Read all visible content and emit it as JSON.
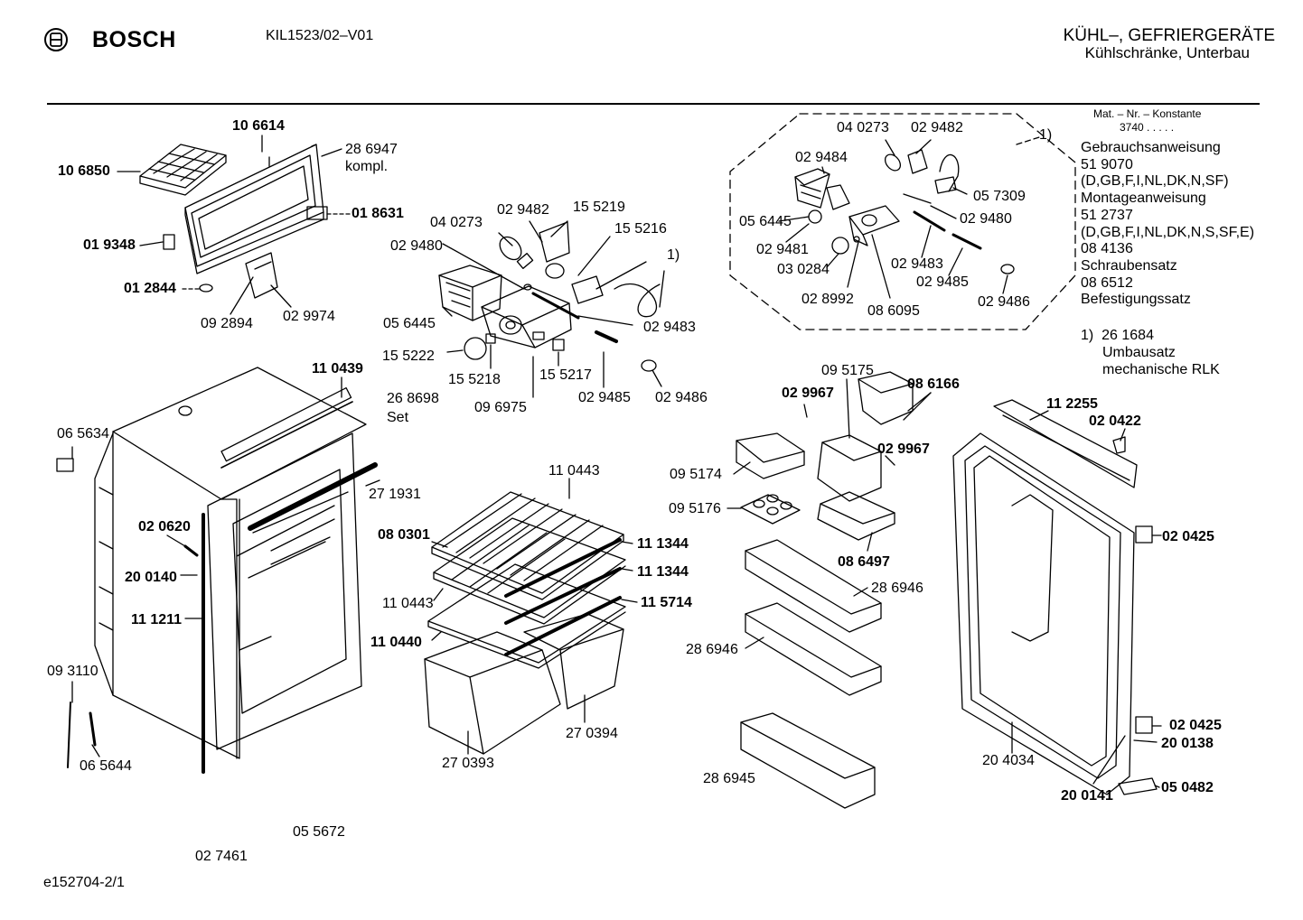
{
  "header": {
    "brand": "BOSCH",
    "model": "KIL1523/02–V01",
    "category": "KÜHL–, GEFRIERGERÄTE",
    "subcategory": "Kühlschränke, Unterbau"
  },
  "legend": {
    "heading": "Mat. – Nr. – Konstante",
    "constant": "3740  .  .  .  .  .",
    "lines": [
      "Gebrauchsanweisung",
      "51 9070",
      "(D,GB,F,I,NL,DK,N,SF)",
      "Montageanweisung",
      "51 2737",
      "(D,GB,F,I,NL,DK,N,S,SF,E)",
      "08 4136",
      "Schraubensatz",
      "08 6512",
      "Befestigungssatz"
    ]
  },
  "note": {
    "marker": "1)",
    "number": "26 1684",
    "line1": "Umbausatz",
    "line2": "mechanische RLK"
  },
  "labels": {
    "p106614": "10 6614",
    "p106850": "10 6850",
    "p286947": "28 6947",
    "kompl": "kompl.",
    "p018631": "01 8631",
    "p019348": "01 9348",
    "p012844": "01 2844",
    "p092894": "09 2894",
    "p029974": "02 9974",
    "p029482": "02 9482",
    "p155219": "15 5219",
    "p040273": "04 0273",
    "p155216": "15 5216",
    "p029480": "02 9480",
    "one": "1)",
    "p056445": "05 6445",
    "p029483": "02 9483",
    "p155222": "15 5222",
    "p155218": "15 5218",
    "p155217": "15 5217",
    "p268698": "26 8698",
    "set": "Set",
    "p096975": "09 6975",
    "p029485": "02 9485",
    "p029486": "02 9486",
    "p110439": "11 0439",
    "p065634": "06 5634",
    "p271931": "27 1931",
    "p020620": "02 0620",
    "p200140": "20 0140",
    "p111211": "11 1211",
    "p093110": "09 3110",
    "p065644": "06 5644",
    "p055672": "05 5672",
    "p027461": "02 7461",
    "p110443": "11 0443",
    "p080301": "08 0301",
    "p111344": "11 1344",
    "p115714": "11 5714",
    "p110440": "11 0440",
    "p270394": "27 0394",
    "p270393": "27 0393",
    "k029484": "02 9484",
    "k029481": "02 9481",
    "k030284": "03 0284",
    "k028992": "02 8992",
    "k086095": "08 6095",
    "k057309": "05 7309",
    "p095175": "09 5175",
    "p029967": "02 9967",
    "p086166": "08 6166",
    "p095174": "09 5174",
    "p095176": "09 5176",
    "p086497": "08 6497",
    "p286946": "28 6946",
    "p286945": "28 6945",
    "p112255": "11 2255",
    "p020422": "02 0422",
    "p020425": "02 0425",
    "p200138": "20 0138",
    "p204034": "20 4034",
    "p200141": "20 0141",
    "p050482": "05 0482"
  },
  "footer": {
    "drawing_id": "e152704-2/1"
  }
}
